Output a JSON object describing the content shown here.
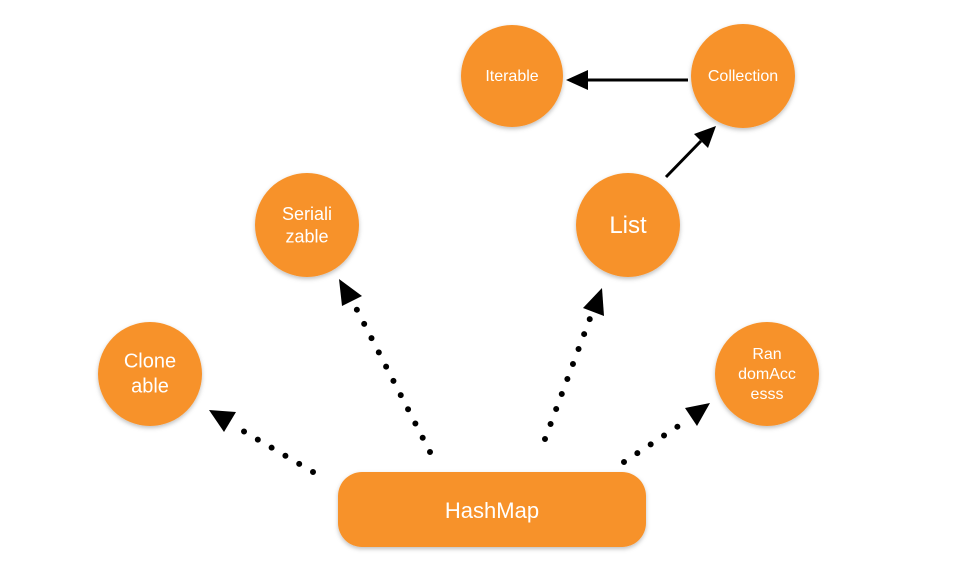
{
  "colors": {
    "node_fill": "#f7922a",
    "node_text": "#ffffff",
    "edge": "#000000"
  },
  "nodes": {
    "iterable": {
      "lines": [
        "Iterable"
      ]
    },
    "collection": {
      "lines": [
        "Collection"
      ]
    },
    "serializable": {
      "lines": [
        "Seriali",
        "zable"
      ]
    },
    "list": {
      "lines": [
        "List"
      ]
    },
    "cloneable": {
      "lines": [
        "Clone",
        "able"
      ]
    },
    "randomaccess": {
      "lines": [
        "Ran",
        "domAcc",
        "esss"
      ]
    },
    "hashmap": {
      "lines": [
        "HashMap"
      ]
    }
  }
}
